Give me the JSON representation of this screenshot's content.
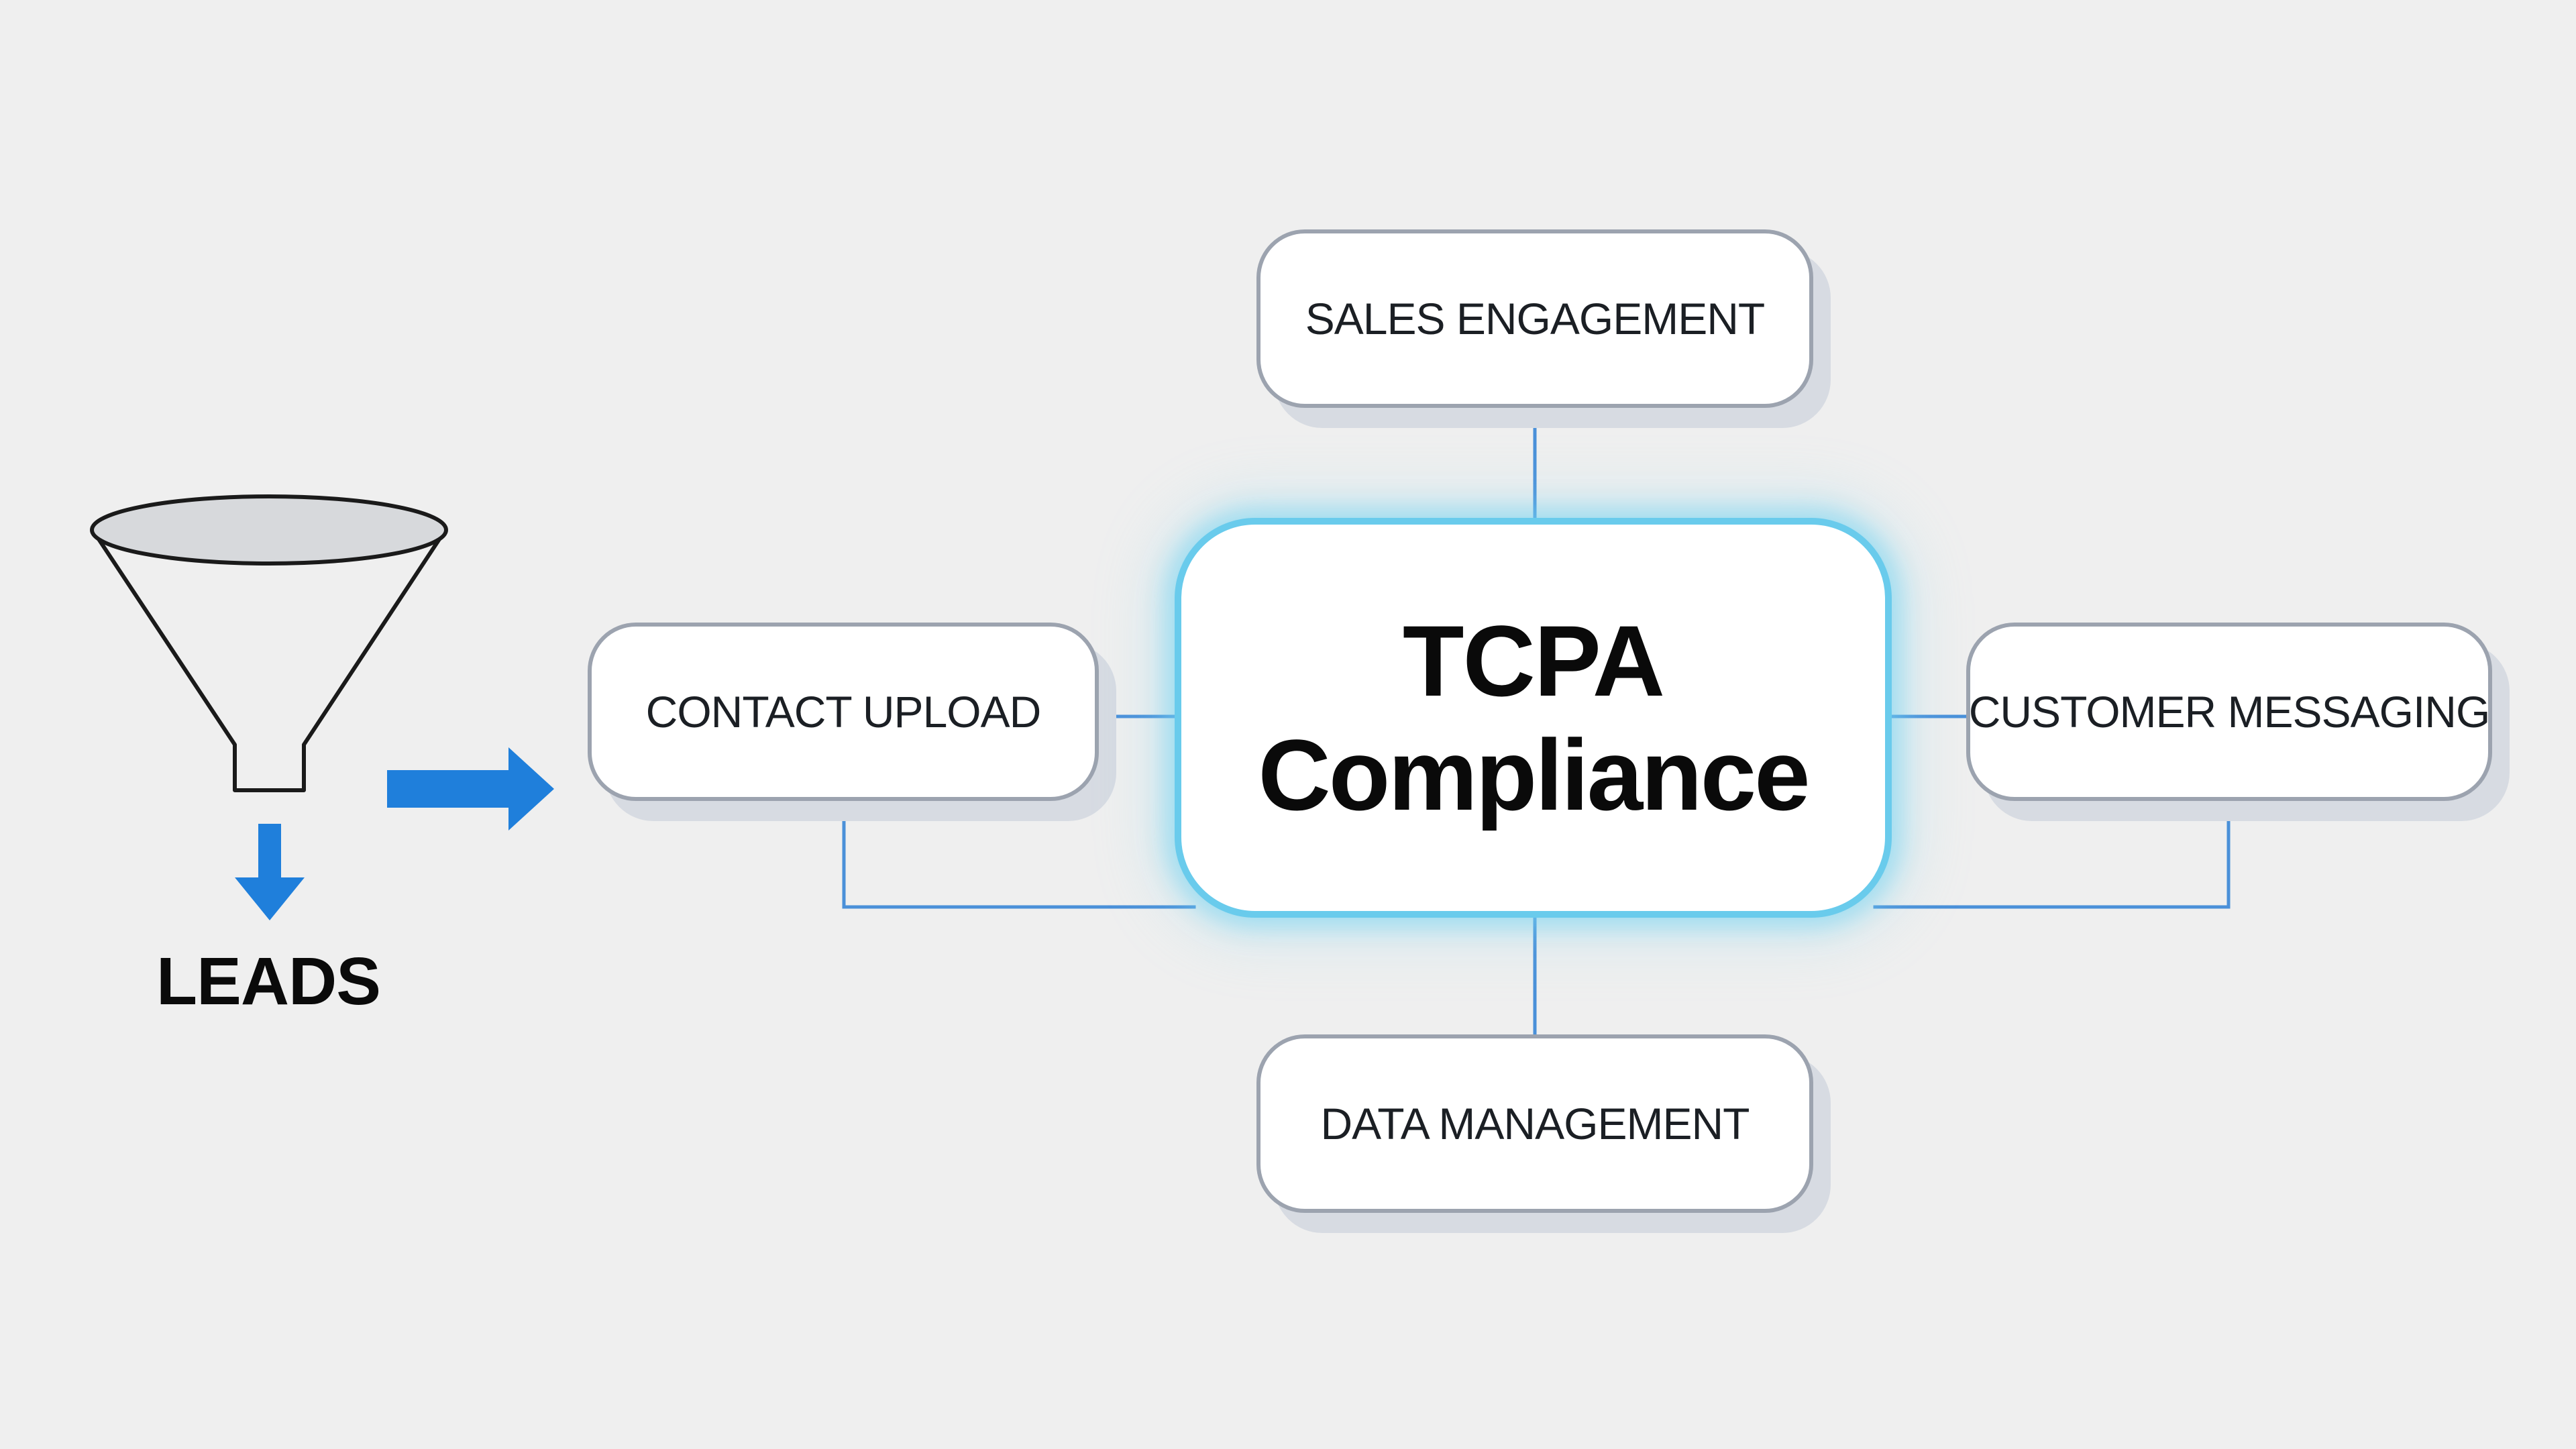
{
  "diagram": {
    "center": {
      "line1": "TCPA",
      "line2": "Compliance"
    },
    "nodes": {
      "sales_engagement": "SALES ENGAGEMENT",
      "contact_upload": "CONTACT UPLOAD",
      "customer_messaging": "CUSTOMER MESSAGING",
      "data_management": "DATA MANAGEMENT"
    },
    "funnel_label": "LEADS"
  },
  "colors": {
    "background": "#efefef",
    "node_border": "#9ca3af",
    "center_border": "#69cbec",
    "connector": "#4a90d9",
    "arrow": "#1f7fdb",
    "text": "#1b1f24"
  },
  "icons": {
    "funnel": "funnel-icon",
    "down_arrow": "arrow-down-icon",
    "right_arrow": "arrow-right-icon"
  }
}
